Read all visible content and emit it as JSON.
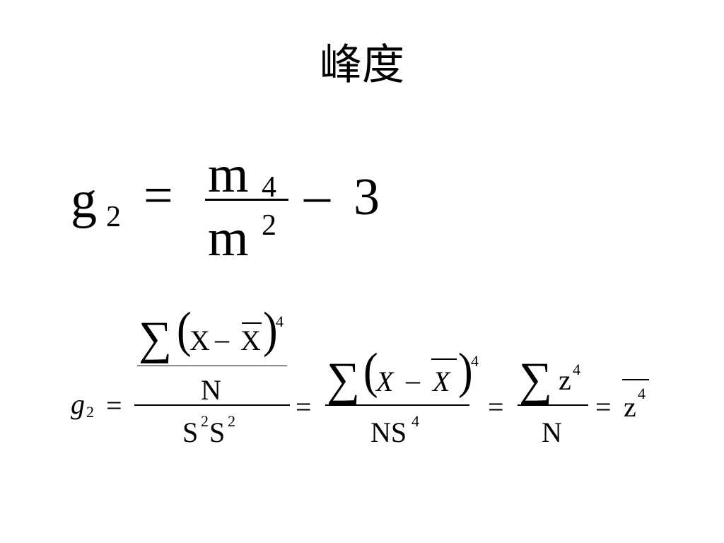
{
  "title": "峰度",
  "formula1": {
    "lhs": "g",
    "lhs_sub": "2",
    "equals": "=",
    "num": "m",
    "num_sub": "4",
    "den": "m",
    "den_sup": "2",
    "minus": "–",
    "three": "3"
  },
  "formula2": {
    "lhs": "g",
    "lhs_sub": "2",
    "equals": "=",
    "sigma": "∑",
    "lparen": "(",
    "rparen": ")",
    "X": "X",
    "minus": "–",
    "Xbar": "X",
    "pow4": "4",
    "N": "N",
    "S": "S",
    "sq": "2",
    "NS": "NS",
    "z": "z"
  }
}
